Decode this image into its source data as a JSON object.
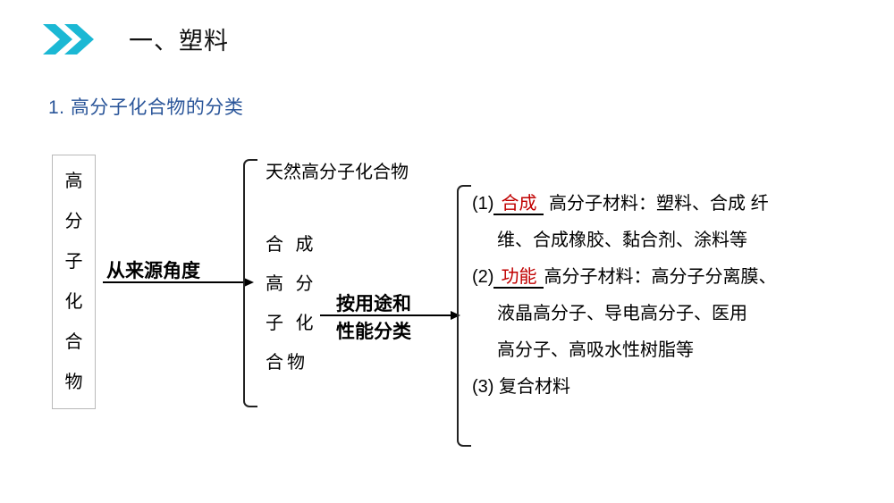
{
  "header": {
    "bullet_icon": "double-chevron-right-icon",
    "bullet_color": "#1BB8D4",
    "title": "一、塑料"
  },
  "subtitle": {
    "text": "1. 高分子化合物的分类",
    "color": "#2a5599"
  },
  "diagram": {
    "source_box": {
      "name": "高分子化合物",
      "chars": [
        "高",
        "分",
        "子",
        "化",
        "合",
        "物"
      ]
    },
    "arrow1": {
      "label_above": "从来源角度",
      "label_below": ""
    },
    "middle": {
      "items": [
        "天然高分子化合物",
        "合 成",
        "高 分",
        "子 化",
        "合物"
      ],
      "natural": "天然高分子化合物",
      "synthetic_lines": [
        "合 成",
        "高 分",
        "子 化",
        "合物"
      ]
    },
    "arrow2": {
      "label_above": "按用途和",
      "label_below": "性能分类"
    },
    "right": {
      "items": [
        {
          "marker": "(1)",
          "blank": "合成",
          "blank_color": "#c00000",
          "lines": [
            "高分子材料：塑料、合成  纤",
            "维、合成橡胶、黏合剂、涂料等"
          ]
        },
        {
          "marker": "(2)",
          "blank": "功能",
          "blank_color": "#c00000",
          "lines": [
            "高分子材料：高分子分离膜、",
            "液晶高分子、导电高分子、医用",
            "高分子、高吸水性树脂等"
          ]
        },
        {
          "marker": "(3)",
          "blank": "",
          "lines": [
            "复合材料"
          ]
        }
      ]
    }
  }
}
